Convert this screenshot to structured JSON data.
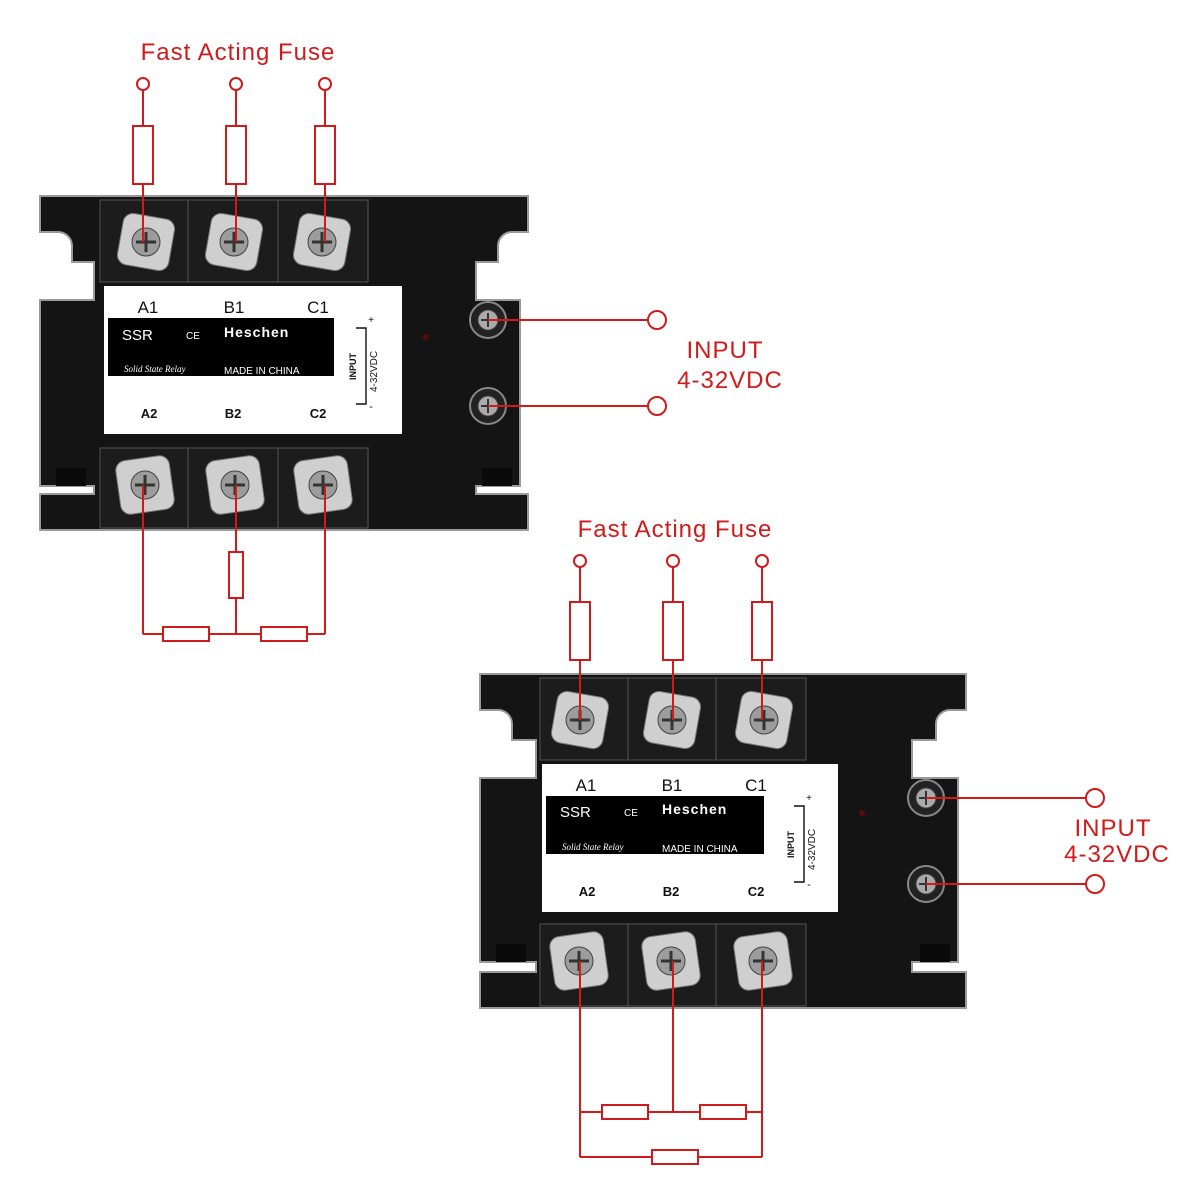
{
  "colors": {
    "wire": "#d11a1a",
    "housing": "#141414",
    "label_bg": "#ffffff",
    "label_black": "#000000"
  },
  "relays": [
    {
      "fuse_label": "Fast Acting Fuse",
      "input_label": "INPUT",
      "input_voltage": "4-32VDC",
      "terminals_top": [
        "A1",
        "B1",
        "C1"
      ],
      "terminals_bottom": [
        "A2",
        "B2",
        "C2"
      ],
      "brand": "Heschen",
      "ssr": "SSR",
      "ce": "CE",
      "subtitle": "Solid State Relay",
      "made_in": "MADE IN CHINA",
      "side_input": "INPUT",
      "side_voltage": "4-32VDC",
      "plus": "+",
      "minus": "-",
      "load_wiring": "star"
    },
    {
      "fuse_label": "Fast Acting Fuse",
      "input_label": "INPUT",
      "input_voltage": "4-32VDC",
      "terminals_top": [
        "A1",
        "B1",
        "C1"
      ],
      "terminals_bottom": [
        "A2",
        "B2",
        "C2"
      ],
      "brand": "Heschen",
      "ssr": "SSR",
      "ce": "CE",
      "subtitle": "Solid State Relay",
      "made_in": "MADE IN CHINA",
      "side_input": "INPUT",
      "side_voltage": "4-32VDC",
      "plus": "+",
      "minus": "-",
      "load_wiring": "delta"
    }
  ]
}
